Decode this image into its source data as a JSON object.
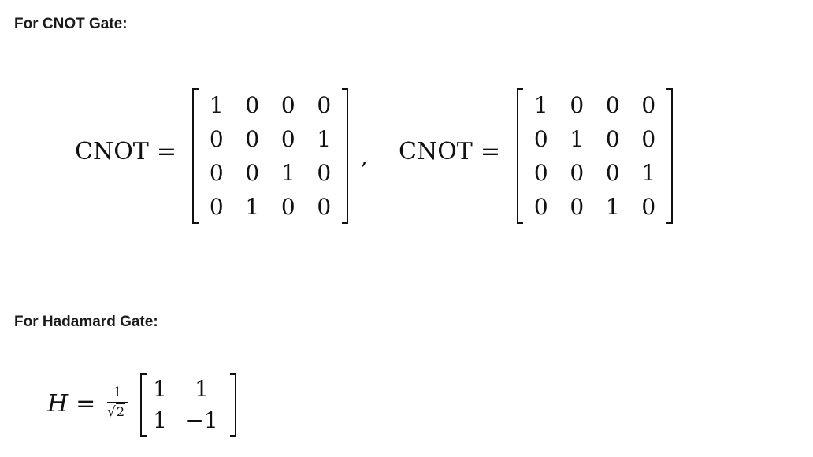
{
  "headings": {
    "cnot": "For CNOT Gate:",
    "hadamard": "For Hadamard Gate:"
  },
  "cnot_eq": {
    "label_left": "CNOT",
    "label_right": "CNOT",
    "equals": "=",
    "separator": ",",
    "matrix_left": [
      [
        "1",
        "0",
        "0",
        "0"
      ],
      [
        "0",
        "0",
        "0",
        "1"
      ],
      [
        "0",
        "0",
        "1",
        "0"
      ],
      [
        "0",
        "1",
        "0",
        "0"
      ]
    ],
    "matrix_right": [
      [
        "1",
        "0",
        "0",
        "0"
      ],
      [
        "0",
        "1",
        "0",
        "0"
      ],
      [
        "0",
        "0",
        "0",
        "1"
      ],
      [
        "0",
        "0",
        "1",
        "0"
      ]
    ]
  },
  "hadamard_eq": {
    "symbol": "H",
    "equals": "=",
    "frac_numerator": "1",
    "frac_radical": "√",
    "frac_radicand": "2",
    "matrix": [
      [
        "1",
        "1"
      ],
      [
        "1",
        "−1"
      ]
    ]
  }
}
